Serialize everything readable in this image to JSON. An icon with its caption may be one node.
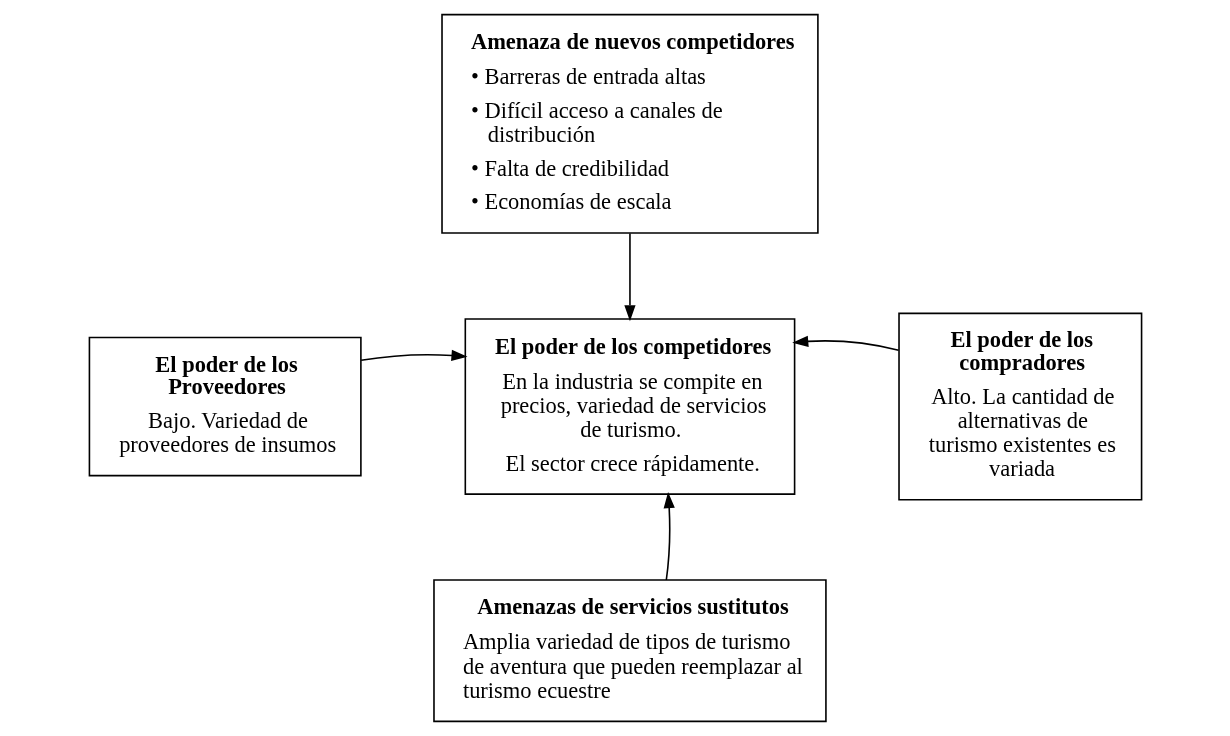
{
  "diagram": {
    "nodes": [
      {
        "text": [
          "Amenaza de nuevos competidores",
          "• Barreras de entrada altas",
          "• Difícil acceso a canales de distribución",
          "• Falta de credibilidad",
          "• Economías de escala"
        ]
      },
      {
        "text": [
          "El poder de los Proveedores",
          "Bajo. Variedad de proveedores de insumos"
        ]
      },
      {
        "text": [
          "El poder de los competidores",
          "En la industria se compite en precios, variedad de servicios de turismo.",
          "El sector crece rápidamente."
        ]
      },
      {
        "text": [
          "El poder de los compradores",
          "Alto. La cantidad de alternativas de turismo existentes es variada"
        ]
      },
      {
        "text": [
          "Amenazas de servicios sustitutos",
          "Amplia variedad de tipos de turismo de aventura que pueden reemplazar al turismo ecuestre"
        ]
      }
    ],
    "edges": [
      {
        "from": 0,
        "to": 2,
        "arrow": "to"
      },
      {
        "from": 1,
        "to": 2,
        "arrow": "to"
      },
      {
        "from": 3,
        "to": 2,
        "arrow": "to"
      },
      {
        "from": 4,
        "to": 2,
        "arrow": "to"
      }
    ]
  }
}
